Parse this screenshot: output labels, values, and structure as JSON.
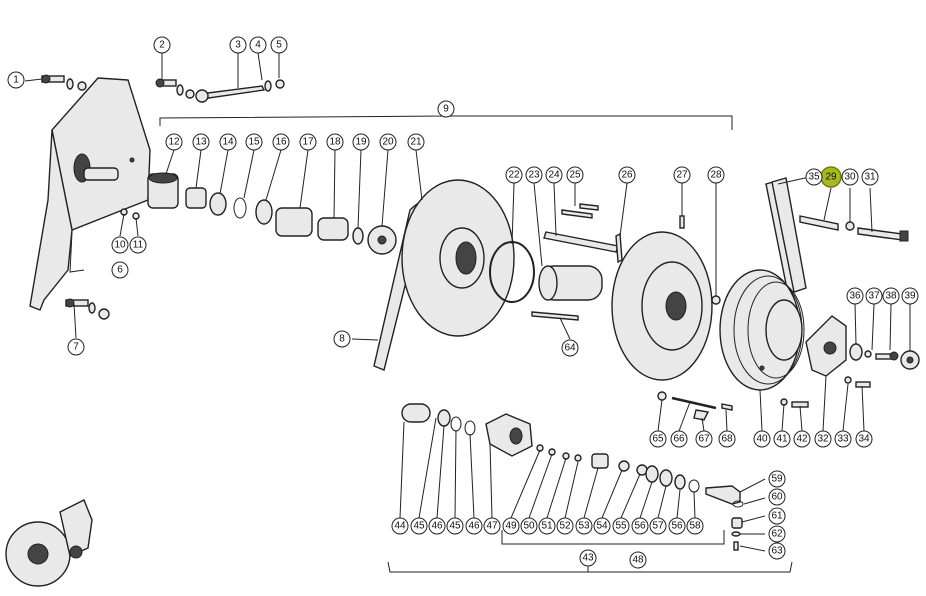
{
  "colors": {
    "highlight": "#a8b820",
    "line": "#222222",
    "part_fill": "#e9e9e9"
  },
  "highlighted_label": "29",
  "callouts": {
    "c1": "1",
    "c2": "2",
    "c3": "3",
    "c4": "4",
    "c5": "5",
    "c6": "6",
    "c7": "7",
    "c8": "8",
    "c9": "9",
    "c10": "10",
    "c11": "11",
    "c12": "12",
    "c13": "13",
    "c14": "14",
    "c15": "15",
    "c16": "16",
    "c17": "17",
    "c18": "18",
    "c19": "19",
    "c20": "20",
    "c21": "21",
    "c22": "22",
    "c23": "23",
    "c24": "24",
    "c25": "25",
    "c26": "26",
    "c27": "27",
    "c28": "28",
    "c29": "29",
    "c30": "30",
    "c31": "31",
    "c32": "32",
    "c33": "33",
    "c34": "34",
    "c35": "35",
    "c36": "36",
    "c37": "37",
    "c38": "38",
    "c39": "39",
    "c40": "40",
    "c41": "41",
    "c42": "42",
    "c43": "43",
    "c44": "44",
    "c45a": "45",
    "c46a": "46",
    "c45b": "45",
    "c46b": "46",
    "c47": "47",
    "c48": "48",
    "c49": "49",
    "c50": "50",
    "c51": "51",
    "c52": "52",
    "c53": "53",
    "c54": "54",
    "c55": "55",
    "c56a": "56",
    "c57": "57",
    "c56b": "56",
    "c58": "58",
    "c59": "59",
    "c60": "60",
    "c61": "61",
    "c62": "62",
    "c63": "63",
    "c64": "64",
    "c65": "65",
    "c66": "66",
    "c67": "67",
    "c68": "68"
  }
}
